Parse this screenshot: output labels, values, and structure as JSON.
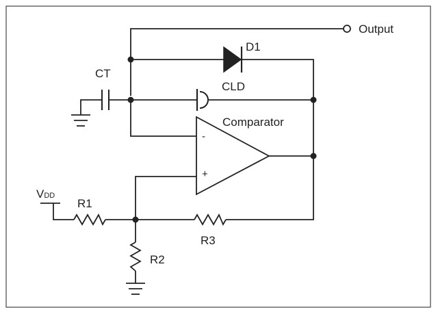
{
  "diagram": {
    "labels": {
      "output": "Output",
      "d1": "D1",
      "ct": "CT",
      "cld": "CLD",
      "comparator": "Comparator",
      "minus": "-",
      "plus": "+",
      "vdd_main": "V",
      "vdd_sub": "DD",
      "r1": "R1",
      "r2": "R2",
      "r3": "R3"
    }
  }
}
